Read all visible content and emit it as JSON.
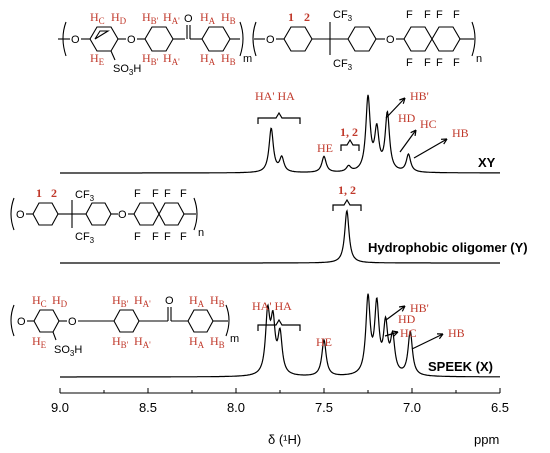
{
  "chart_data": {
    "type": "line",
    "xlabel": "δ (¹H)",
    "x_unit": "ppm",
    "xlim": [
      9.0,
      6.5
    ],
    "x_reversed": true,
    "xticks": [
      "9.0",
      "8.5",
      "8.0",
      "7.5",
      "7.0",
      "6.5"
    ],
    "series": [
      {
        "name": "XY",
        "peaks": [
          {
            "ppm": 7.8,
            "height": 0.55
          },
          {
            "ppm": 7.74,
            "height": 0.18
          },
          {
            "ppm": 7.5,
            "height": 0.2
          },
          {
            "ppm": 7.36,
            "height": 0.07
          },
          {
            "ppm": 7.25,
            "height": 0.92
          },
          {
            "ppm": 7.2,
            "height": 0.5
          },
          {
            "ppm": 7.14,
            "height": 0.72
          },
          {
            "ppm": 7.02,
            "height": 0.22
          }
        ],
        "annotations": [
          {
            "text": "HA' HA",
            "ppm": 7.8
          },
          {
            "text": "HE",
            "ppm": 7.5
          },
          {
            "text": "1, 2",
            "ppm": 7.36
          },
          {
            "text": "HD",
            "ppm": 7.2
          },
          {
            "text": "HB'",
            "ppm": 7.14
          },
          {
            "text": "HC",
            "ppm": 7.06
          },
          {
            "text": "HB",
            "ppm": 7.0
          }
        ]
      },
      {
        "name": "Hydrophobic oligomer (Y)",
        "peaks": [
          {
            "ppm": 7.37,
            "height": 0.95
          }
        ],
        "annotations": [
          {
            "text": "1, 2",
            "ppm": 7.37
          }
        ]
      },
      {
        "name": "SPEEK (X)",
        "peaks": [
          {
            "ppm": 7.82,
            "height": 0.75
          },
          {
            "ppm": 7.79,
            "height": 0.62
          },
          {
            "ppm": 7.75,
            "height": 0.5
          },
          {
            "ppm": 7.5,
            "height": 0.45
          },
          {
            "ppm": 7.25,
            "height": 0.95
          },
          {
            "ppm": 7.2,
            "height": 0.85
          },
          {
            "ppm": 7.15,
            "height": 0.6
          },
          {
            "ppm": 7.11,
            "height": 0.45
          },
          {
            "ppm": 7.01,
            "height": 0.55
          }
        ],
        "annotations": [
          {
            "text": "HA' HA",
            "ppm": 7.8
          },
          {
            "text": "HE",
            "ppm": 7.5
          },
          {
            "text": "HD",
            "ppm": 7.22
          },
          {
            "text": "HB'",
            "ppm": 7.14
          },
          {
            "text": "HC",
            "ppm": 7.08
          },
          {
            "text": "HB",
            "ppm": 7.01
          }
        ]
      }
    ]
  },
  "structures": {
    "top": {
      "labels": [
        "HC",
        "HD",
        "HE",
        "HB'",
        "HA'",
        "HB'",
        "HA'",
        "HA",
        "HB",
        "HA",
        "HB",
        "1",
        "2"
      ],
      "groups": [
        "O",
        "O",
        "O",
        "SO3H",
        "CF3",
        "CF3",
        "F"
      ],
      "subscripts": [
        "m",
        "n"
      ]
    },
    "oligomer": {
      "labels": [
        "1",
        "2"
      ],
      "groups": [
        "O",
        "O",
        "CF3",
        "CF3",
        "F"
      ],
      "subscripts": [
        "n"
      ]
    },
    "speek": {
      "labels": [
        "HC",
        "HD",
        "HE",
        "HB'",
        "HA'",
        "HB'",
        "HA'",
        "HA",
        "HB",
        "HA",
        "HB"
      ],
      "groups": [
        "O",
        "O",
        "O",
        "SO3H"
      ],
      "subscripts": [
        "m"
      ]
    }
  }
}
